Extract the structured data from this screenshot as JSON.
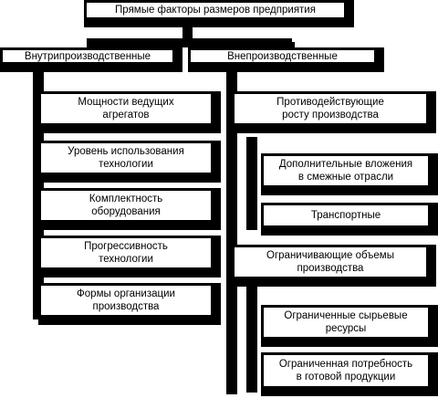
{
  "diagram": {
    "root": {
      "label": "Прямые факторы размеров предприятия"
    },
    "left_branch": {
      "label": "Внутрипроизводственные",
      "items": [
        {
          "label": "Мощности ведущих\nагрегатов"
        },
        {
          "label": "Уровень использования\nтехнологии"
        },
        {
          "label": "Комплектность\nоборудования"
        },
        {
          "label": "Прогрессивность\nтехнологии"
        },
        {
          "label": "Формы организации\nпроизводства"
        }
      ]
    },
    "right_branch": {
      "label": "Внепроизводственные",
      "groups": [
        {
          "label": "Противодействующие\nросту производства",
          "items": [
            {
              "label": "Дополнительные  вложения\nв смежные отрасли"
            },
            {
              "label": "Транспортные"
            }
          ]
        },
        {
          "label": "Ограничивающие объемы\nпроизводства",
          "items": [
            {
              "label": "Ограниченные сырьевые\nресурсы"
            },
            {
              "label": "Ограниченная потребность\nв готовой продукции"
            }
          ]
        }
      ]
    }
  }
}
